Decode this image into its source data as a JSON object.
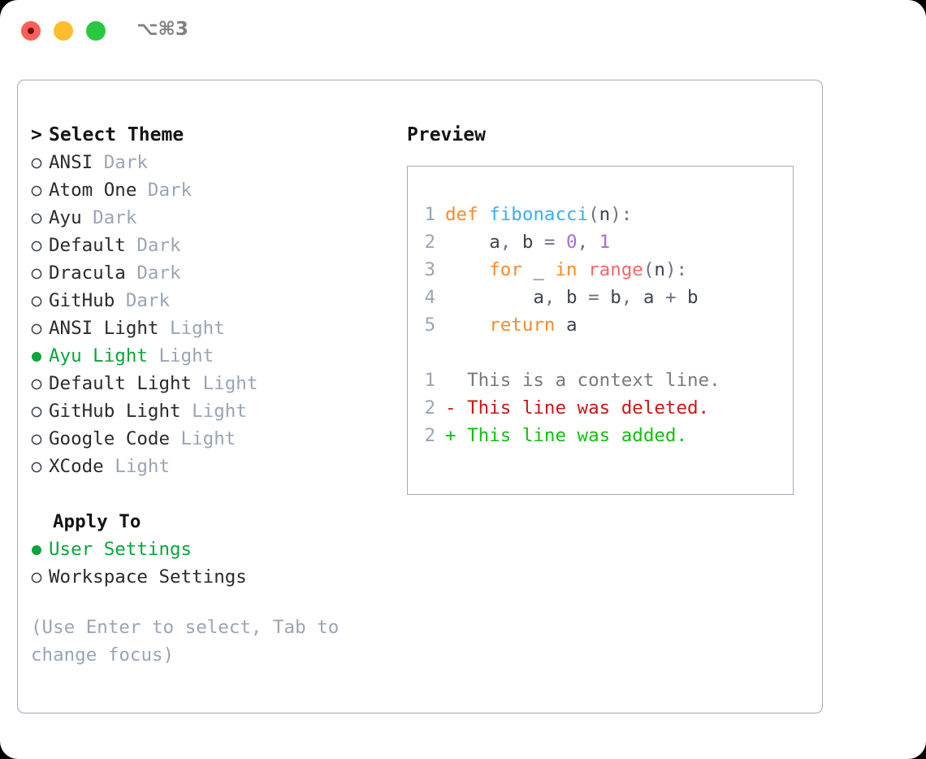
{
  "titlebar": {
    "shortcut": "⌥⌘3",
    "buttons": {
      "close": "close-window",
      "minimize": "minimize-window",
      "maximize": "maximize-window"
    }
  },
  "left": {
    "header": {
      "caret": ">",
      "label": "Select Theme"
    },
    "themes": [
      {
        "bullet": "○",
        "name": "ANSI",
        "badge": "Dark",
        "selected": false
      },
      {
        "bullet": "○",
        "name": "Atom One",
        "badge": "Dark",
        "selected": false
      },
      {
        "bullet": "○",
        "name": "Ayu",
        "badge": "Dark",
        "selected": false
      },
      {
        "bullet": "○",
        "name": "Default",
        "badge": "Dark",
        "selected": false
      },
      {
        "bullet": "○",
        "name": "Dracula",
        "badge": "Dark",
        "selected": false
      },
      {
        "bullet": "○",
        "name": "GitHub",
        "badge": "Dark",
        "selected": false
      },
      {
        "bullet": "○",
        "name": "ANSI Light",
        "badge": "Light",
        "selected": false
      },
      {
        "bullet": "●",
        "name": "Ayu Light",
        "badge": "Light",
        "selected": true
      },
      {
        "bullet": "○",
        "name": "Default Light",
        "badge": "Light",
        "selected": false
      },
      {
        "bullet": "○",
        "name": "GitHub Light",
        "badge": "Light",
        "selected": false
      },
      {
        "bullet": "○",
        "name": "Google Code",
        "badge": "Light",
        "selected": false
      },
      {
        "bullet": "○",
        "name": "XCode",
        "badge": "Light",
        "selected": false
      }
    ],
    "apply_to": {
      "title": "Apply To",
      "options": [
        {
          "bullet": "●",
          "label": "User Settings",
          "selected": true
        },
        {
          "bullet": "○",
          "label": "Workspace Settings",
          "selected": false
        }
      ]
    },
    "hint": "(Use Enter to select, Tab to change focus)"
  },
  "right": {
    "title": "Preview",
    "code_lines": [
      {
        "no": "1",
        "text": "def fibonacci(n):"
      },
      {
        "no": "2",
        "text": "    a, b = 0, 1"
      },
      {
        "no": "3",
        "text": "    for _ in range(n):"
      },
      {
        "no": "4",
        "text": "        a, b = b, a + b"
      },
      {
        "no": "5",
        "text": "    return a"
      }
    ],
    "diff_lines": [
      {
        "no": "1",
        "marker": " ",
        "text": "  This is a context line.",
        "kind": "context"
      },
      {
        "no": "2",
        "marker": "-",
        "text": "- This line was deleted.",
        "kind": "deleted"
      },
      {
        "no": "2",
        "marker": "+",
        "text": "+ This line was added.",
        "kind": "added"
      }
    ]
  },
  "colors": {
    "accent_green": "#07a63a",
    "muted": "#9aa5b4",
    "border": "#9fabbb",
    "keyword": "#f98a28",
    "function": "#39aff0",
    "number": "#a36cd8",
    "builtin": "#fb6565",
    "diff_deleted": "#cc1616",
    "diff_added": "#10c010",
    "diff_context": "#7a7a7a",
    "dot_close": "#fb6058",
    "dot_minimize": "#fdbd2e",
    "dot_maximize": "#28c93f"
  }
}
